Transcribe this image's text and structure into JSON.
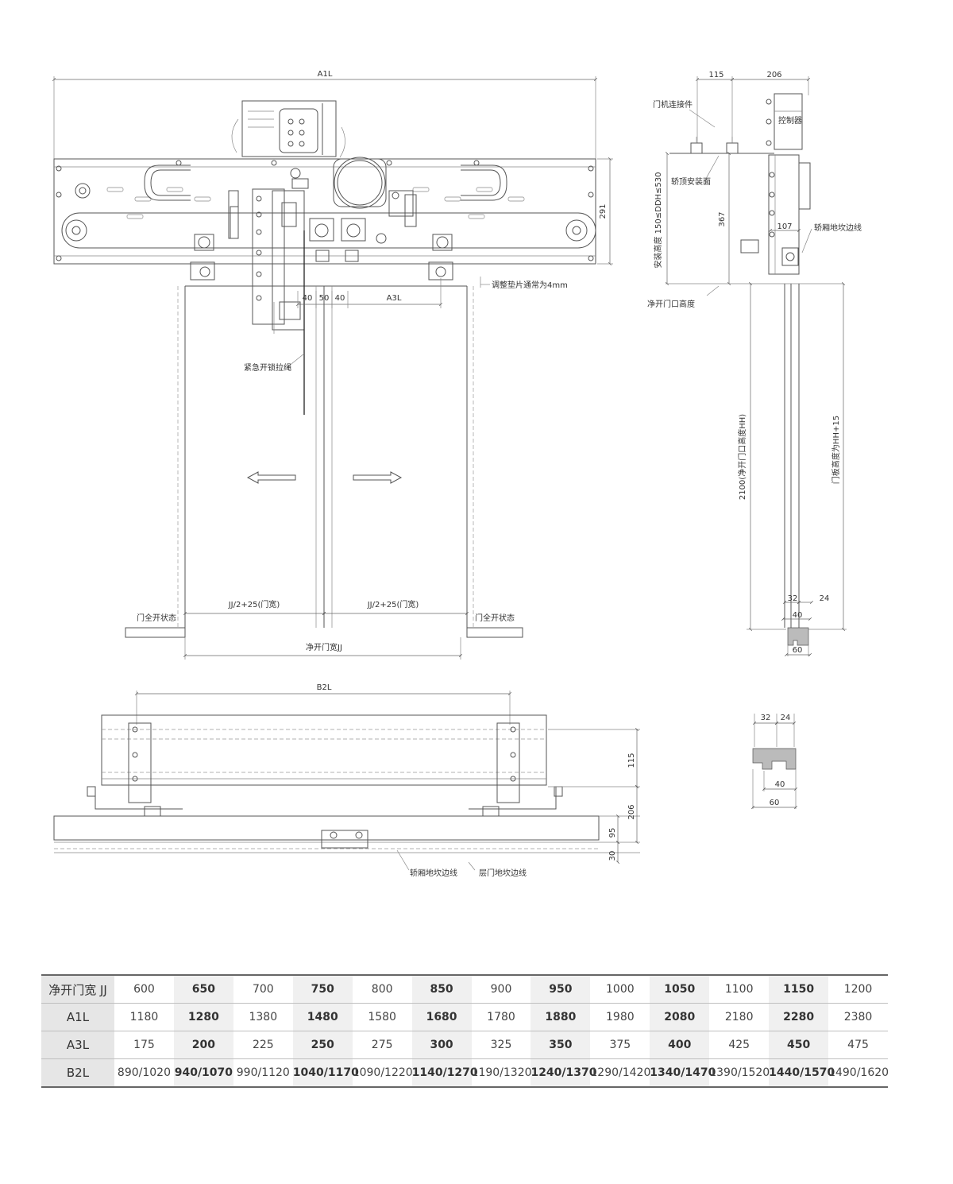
{
  "front_view": {
    "dim_top": "A1L",
    "dim_right": "291",
    "dim_40a": "40",
    "dim_50": "50",
    "dim_40b": "40",
    "dim_a3l": "A3L",
    "note_shim": "调整垫片通常为4mm",
    "note_rope": "紧急开锁拉绳",
    "dim_half_left": "JJ/2+25(门宽)",
    "dim_half_right": "JJ/2+25(门宽)",
    "label_open_left": "门全开状态",
    "label_open_right": "门全开状态",
    "dim_clear_width": "净开门宽JJ"
  },
  "side_view": {
    "dim_115": "115",
    "dim_206": "206",
    "label_connector": "门机连接件",
    "label_controller": "控制器",
    "label_car_top": "轿顶安装面",
    "dim_install_height": "安装高度  150≤DDH≤530",
    "dim_367": "367",
    "dim_107": "107",
    "label_car_sill": "轿厢地坎边线",
    "label_clear_height": "净开门口高度",
    "dim_2100": "2100(净开门口高度HH)",
    "dim_panel_height": "门板高度为HH+15",
    "dim_32": "32",
    "dim_24": "24",
    "dim_40": "40",
    "dim_60": "60"
  },
  "plan_view": {
    "dim_b2l": "B2L",
    "dim_115": "115",
    "dim_206": "206",
    "dim_95": "95",
    "dim_30": "30",
    "label_car_sill": "轿厢地坎边线",
    "label_landing_sill": "层门地坎边线"
  },
  "sill_detail": {
    "dim_32": "32",
    "dim_24": "24",
    "dim_40": "40",
    "dim_60": "60"
  },
  "spec_table": {
    "rows": [
      {
        "label": "净开门宽 JJ",
        "values": [
          "600",
          "650",
          "700",
          "750",
          "800",
          "850",
          "900",
          "950",
          "1000",
          "1050",
          "1100",
          "1150",
          "1200"
        ]
      },
      {
        "label": "A1L",
        "values": [
          "1180",
          "1280",
          "1380",
          "1480",
          "1580",
          "1680",
          "1780",
          "1880",
          "1980",
          "2080",
          "2180",
          "2280",
          "2380"
        ]
      },
      {
        "label": "A3L",
        "values": [
          "175",
          "200",
          "225",
          "250",
          "275",
          "300",
          "325",
          "350",
          "375",
          "400",
          "425",
          "450",
          "475"
        ]
      },
      {
        "label": "B2L",
        "values": [
          "890/1020",
          "940/1070",
          "990/1120",
          "1040/1170",
          "1090/1220",
          "1140/1270",
          "1190/1320",
          "1240/1370",
          "1290/1420",
          "1340/1470",
          "1390/1520",
          "1440/1570",
          "1490/1620"
        ]
      }
    ]
  }
}
